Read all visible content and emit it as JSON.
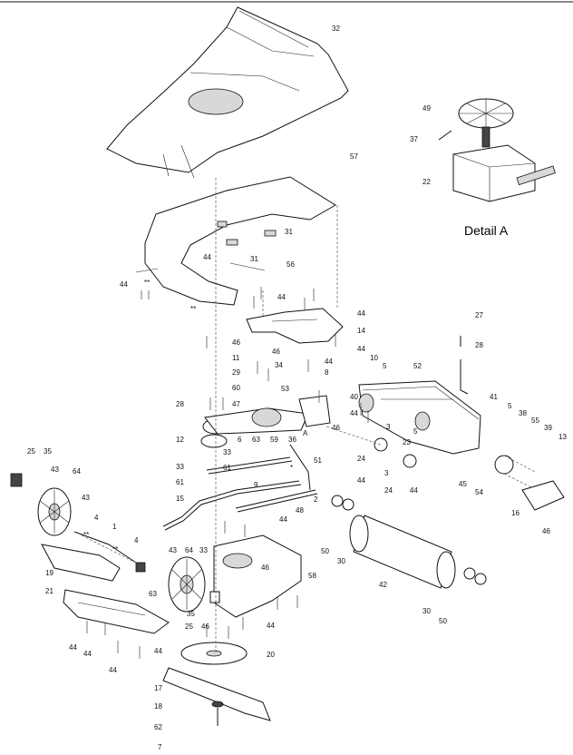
{
  "detail_title": "Detail A",
  "part_labels": [
    {
      "id": "p32a",
      "text": "32"
    },
    {
      "id": "p57",
      "text": "57"
    },
    {
      "id": "p49",
      "text": "49"
    },
    {
      "id": "p37a",
      "text": "37"
    },
    {
      "id": "p22",
      "text": "22"
    },
    {
      "id": "p31a",
      "text": "31"
    },
    {
      "id": "p31b",
      "text": "31"
    },
    {
      "id": "p44a",
      "text": "44"
    },
    {
      "id": "p56a",
      "text": "56"
    },
    {
      "id": "p44b",
      "text": "44"
    },
    {
      "id": "pstar1",
      "text": "**"
    },
    {
      "id": "p44c",
      "text": "44"
    },
    {
      "id": "pstar2",
      "text": "**"
    },
    {
      "id": "p44d",
      "text": "44"
    },
    {
      "id": "p14",
      "text": "14"
    },
    {
      "id": "p44e",
      "text": "44"
    },
    {
      "id": "p46a",
      "text": "46"
    },
    {
      "id": "p46b",
      "text": "46"
    },
    {
      "id": "p27",
      "text": "27"
    },
    {
      "id": "p28a",
      "text": "28"
    },
    {
      "id": "p10",
      "text": "10"
    },
    {
      "id": "p5a",
      "text": "5"
    },
    {
      "id": "p52",
      "text": "52"
    },
    {
      "id": "p11",
      "text": "11"
    },
    {
      "id": "p34",
      "text": "34"
    },
    {
      "id": "p8",
      "text": "8"
    },
    {
      "id": "p44f",
      "text": "44"
    },
    {
      "id": "p29",
      "text": "29"
    },
    {
      "id": "p60",
      "text": "60"
    },
    {
      "id": "p53",
      "text": "53"
    },
    {
      "id": "p40",
      "text": "40"
    },
    {
      "id": "p41",
      "text": "41"
    },
    {
      "id": "p5b",
      "text": "5"
    },
    {
      "id": "p38",
      "text": "38"
    },
    {
      "id": "p55",
      "text": "55"
    },
    {
      "id": "p39",
      "text": "39"
    },
    {
      "id": "p13",
      "text": "13"
    },
    {
      "id": "p44g",
      "text": "44"
    },
    {
      "id": "p28b",
      "text": "28"
    },
    {
      "id": "p47",
      "text": "47"
    },
    {
      "id": "pA",
      "text": "A"
    },
    {
      "id": "p46c",
      "text": "46"
    },
    {
      "id": "p3a",
      "text": "3"
    },
    {
      "id": "p5c",
      "text": "5"
    },
    {
      "id": "p12",
      "text": "12"
    },
    {
      "id": "p6",
      "text": "6"
    },
    {
      "id": "p63a",
      "text": "63"
    },
    {
      "id": "p59",
      "text": "59"
    },
    {
      "id": "p36",
      "text": "36"
    },
    {
      "id": "p33a",
      "text": "33"
    },
    {
      "id": "p51",
      "text": "51"
    },
    {
      "id": "p24a",
      "text": "24"
    },
    {
      "id": "p23",
      "text": "23"
    },
    {
      "id": "p33b",
      "text": "33"
    },
    {
      "id": "p61a",
      "text": "61"
    },
    {
      "id": "pstar3",
      "text": "*"
    },
    {
      "id": "p3b",
      "text": "3"
    },
    {
      "id": "p44h",
      "text": "44"
    },
    {
      "id": "p45",
      "text": "45"
    },
    {
      "id": "p61b",
      "text": "61"
    },
    {
      "id": "p9",
      "text": "9"
    },
    {
      "id": "p24b",
      "text": "24"
    },
    {
      "id": "p44i",
      "text": "44"
    },
    {
      "id": "p54",
      "text": "54"
    },
    {
      "id": "p15",
      "text": "15"
    },
    {
      "id": "p2",
      "text": "2"
    },
    {
      "id": "p48",
      "text": "48"
    },
    {
      "id": "p16",
      "text": "16"
    },
    {
      "id": "p44j",
      "text": "44"
    },
    {
      "id": "p46d",
      "text": "46"
    },
    {
      "id": "p25a",
      "text": "25"
    },
    {
      "id": "p35a",
      "text": "35"
    },
    {
      "id": "p43a",
      "text": "43"
    },
    {
      "id": "p64a",
      "text": "64"
    },
    {
      "id": "p43b",
      "text": "43"
    },
    {
      "id": "p4a",
      "text": "4"
    },
    {
      "id": "p1",
      "text": "1"
    },
    {
      "id": "pstar4",
      "text": "**"
    },
    {
      "id": "pstar5",
      "text": "**"
    },
    {
      "id": "p4b",
      "text": "4"
    },
    {
      "id": "p43c",
      "text": "43"
    },
    {
      "id": "p64b",
      "text": "64"
    },
    {
      "id": "p33c",
      "text": "33"
    },
    {
      "id": "p50a",
      "text": "50"
    },
    {
      "id": "p30a",
      "text": "30"
    },
    {
      "id": "p46e",
      "text": "46"
    },
    {
      "id": "p58",
      "text": "58"
    },
    {
      "id": "p19",
      "text": "19"
    },
    {
      "id": "p63b",
      "text": "63"
    },
    {
      "id": "p42",
      "text": "42"
    },
    {
      "id": "p21",
      "text": "21"
    },
    {
      "id": "p35b",
      "text": "35"
    },
    {
      "id": "p25b",
      "text": "25"
    },
    {
      "id": "p46f",
      "text": "46"
    },
    {
      "id": "p44k",
      "text": "44"
    },
    {
      "id": "p30b",
      "text": "30"
    },
    {
      "id": "p50b",
      "text": "50"
    },
    {
      "id": "p44l",
      "text": "44"
    },
    {
      "id": "p44m",
      "text": "44"
    },
    {
      "id": "p44n",
      "text": "44"
    },
    {
      "id": "p20",
      "text": "20"
    },
    {
      "id": "p44o",
      "text": "44"
    },
    {
      "id": "p17",
      "text": "17"
    },
    {
      "id": "p18",
      "text": "18"
    },
    {
      "id": "p62",
      "text": "62"
    },
    {
      "id": "p7",
      "text": "7"
    }
  ]
}
